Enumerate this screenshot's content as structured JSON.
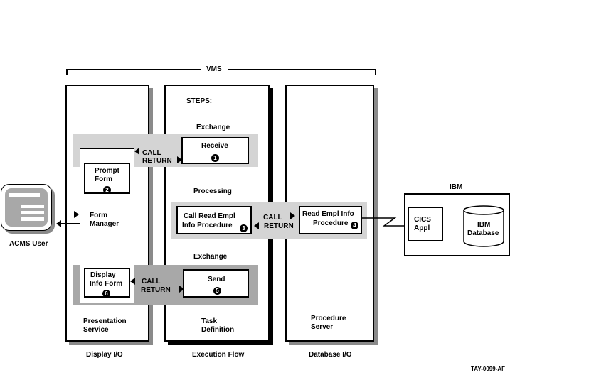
{
  "vms": {
    "label": "VMS"
  },
  "columns": {
    "presentation": {
      "title_line1": "Presentation",
      "title_line2": "Service",
      "caption": "Display I/O"
    },
    "task": {
      "steps_label": "STEPS:",
      "title_line1": "Task",
      "title_line2": "Definition",
      "caption": "Execution Flow"
    },
    "procedure": {
      "title_line1": "Procedure",
      "title_line2": "Server",
      "caption": "Database I/O"
    }
  },
  "form_manager": {
    "line1": "Form",
    "line2": "Manager"
  },
  "user": {
    "label": "ACMS User"
  },
  "steps": {
    "exchange1": {
      "label": "Exchange",
      "box_label": "Receive",
      "number": "1"
    },
    "processing": {
      "label": "Processing",
      "box_line1": "Call Read Empl",
      "box_line2": "Info Procedure",
      "number": "3"
    },
    "exchange2": {
      "label": "Exchange",
      "box_label": "Send",
      "number": "5"
    }
  },
  "forms": {
    "prompt": {
      "line1": "Prompt",
      "line2": "Form",
      "number": "2"
    },
    "display": {
      "line1": "Display",
      "line2": "Info Form",
      "number": "6"
    }
  },
  "procedure_box": {
    "line1": "Read Empl Info",
    "line2": "Procedure",
    "number": "4"
  },
  "call_return": {
    "call": "CALL",
    "return": "RETURN"
  },
  "ibm": {
    "label": "IBM",
    "cics_line1": "CICS",
    "cics_line2": "Appl",
    "db_line1": "IBM",
    "db_line2": "Database"
  },
  "figure_id": "TAY-0099-AF"
}
